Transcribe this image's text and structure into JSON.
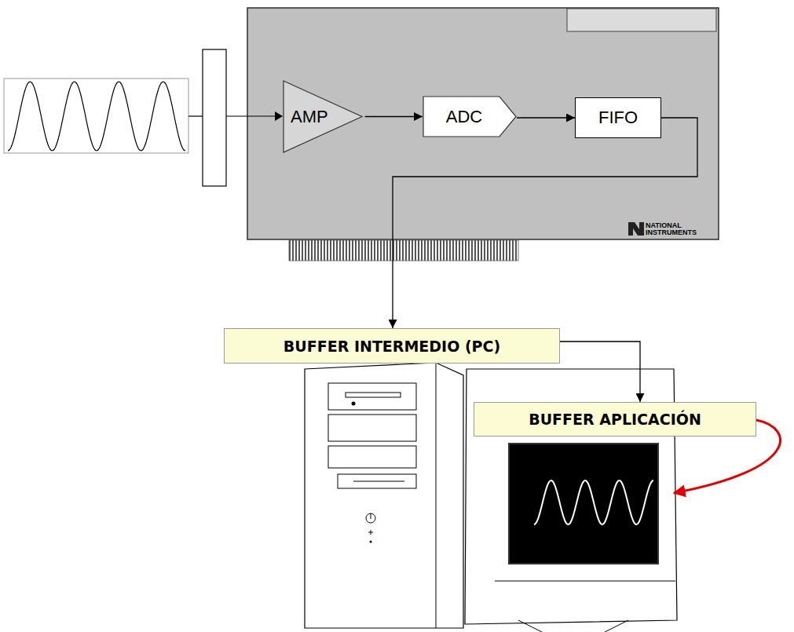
{
  "diagram": {
    "nodes": [
      {
        "text": [
          "AMP"
        ]
      },
      {
        "text": [
          "ADC"
        ]
      },
      {
        "text": [
          "FIFO"
        ]
      },
      {
        "text": [
          "BUFFER INTERMEDIO (PC)"
        ]
      },
      {
        "text": [
          "BUFFER APLICACIÓN"
        ]
      }
    ],
    "edges": [
      {
        "from": 0,
        "to": 1,
        "arrow": "to"
      },
      {
        "from": 1,
        "to": 2,
        "arrow": "to"
      },
      {
        "from": 2,
        "to": 3,
        "arrow": "to"
      },
      {
        "from": 3,
        "to": 4,
        "arrow": "to"
      }
    ],
    "labels": [
      "NATIONAL INSTRUMENTS"
    ]
  }
}
